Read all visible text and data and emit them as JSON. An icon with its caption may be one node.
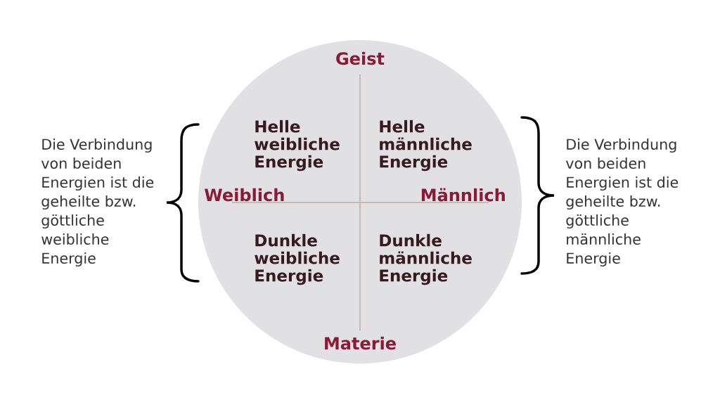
{
  "diagram": {
    "nodes": [
      {
        "text": [
          "Geist",
          "Helle weibliche Energie",
          "Helle männliche Energie",
          "Weiblich",
          "Männlich",
          "Dunkle weibliche Energie",
          "Dunkle männliche Energie",
          "Materie"
        ]
      }
    ],
    "labels": [
      "Die Verbindung von beiden Energien ist die geheilte bzw. göttliche weibliche Energie",
      "Die Verbindung von beiden Energien ist die geheilte bzw. göttliche männliche Energie"
    ]
  }
}
